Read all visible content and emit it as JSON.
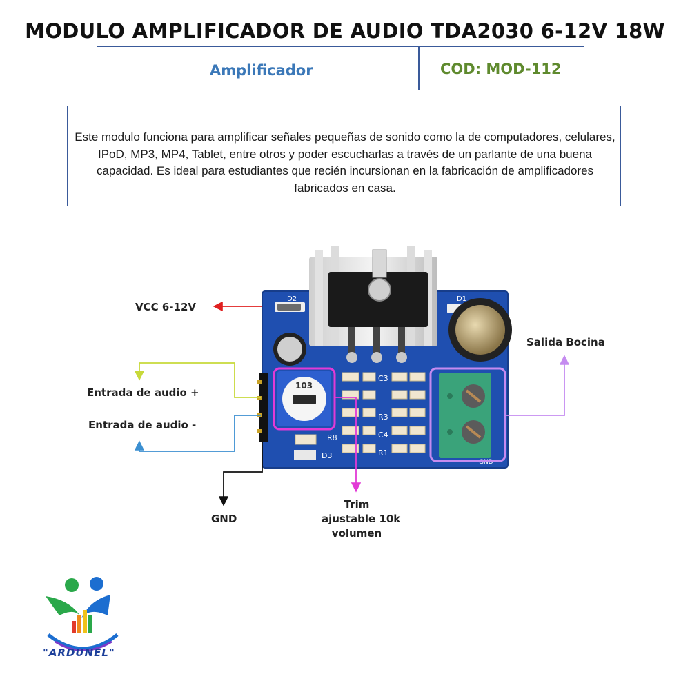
{
  "title": "MODULO AMPLIFICADOR DE AUDIO TDA2030 6-12V 18W",
  "category": "Amplificador",
  "code": "COD: MOD-112",
  "description": "Este modulo funciona para amplificar señales pequeñas de sonido como la de computadores, celulares, IPoD, MP3, MP4, Tablet, entre otros y poder escucharlas a través de un parlante de una buena capacidad.  Es ideal para estudiantes que recién incursionan en la fabricación de amplificadores fabricados en casa.",
  "labels": {
    "vcc": "VCC 6-12V",
    "audio_plus": "Entrada de audio +",
    "audio_minus": "Entrada de audio -",
    "gnd": "GND",
    "trim": [
      "Trim",
      "ajustable 10k",
      "volumen"
    ],
    "speaker": "Salida Bocina"
  },
  "board_text": {
    "d2": "D2",
    "d1": "D1",
    "d3": "D3",
    "pot": "103",
    "c3": "C3",
    "r3": "R3",
    "c4": "C4",
    "r1": "R1",
    "r8": "R8",
    "gnd_terminal": "GND"
  },
  "logo": {
    "brand": "\"ARDUNEL\""
  },
  "colors": {
    "title_rule": "#3a5a9a",
    "category": "#3b78b8",
    "code": "#5f8a2e",
    "vcc_arrow": "#e02020",
    "audio_plus_arrow": "#c8d93a",
    "audio_minus_arrow": "#3b8fd1",
    "gnd_arrow": "#111111",
    "trim_arrow": "#e23ad6",
    "speaker_arrow": "#c58bf0",
    "pcb": "#1f4fb0",
    "terminal": "#3aa37a"
  }
}
